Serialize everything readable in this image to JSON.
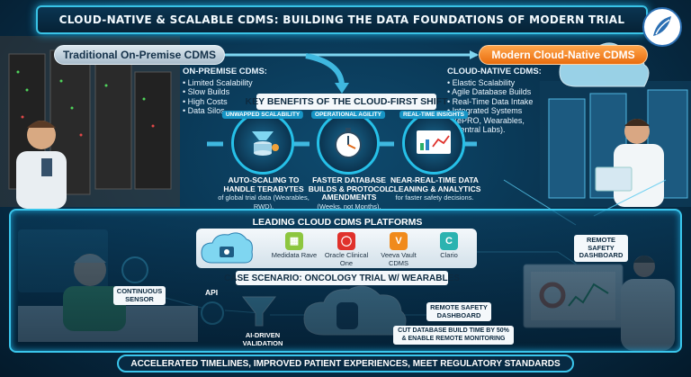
{
  "title": "CLOUD-NATIVE & SCALABLE CDMS: BUILDING THE DATA FOUNDATIONS OF MODERN TRIAL",
  "pills": {
    "traditional": "Traditional On-Premise CDMS",
    "modern": "Modern Cloud-Native CDMS"
  },
  "on_premise": {
    "heading": "ON-PREMISE CDMS:",
    "items": [
      "Limited Scalability",
      "Slow Builds",
      "High Costs",
      "Data Silos"
    ]
  },
  "cloud_native": {
    "heading": "CLOUD-NATIVE CDMS:",
    "items": [
      "Elastic Scalability",
      "Agile Database Builds",
      "Real-Time Data Intake",
      "Integrated Systems",
      "(ePRO, Wearables,",
      "Central Labs)."
    ]
  },
  "key_benefits": {
    "heading": "KEY BENEFITS OF THE CLOUD-FIRST SHIFT",
    "items": [
      {
        "ribbon": "UNWAPPED SCALABILITY",
        "title": "AUTO-SCALING TO HANDLE TERABYTES",
        "sub": "of global trial data (Wearables, RWD)."
      },
      {
        "ribbon": "OPERATIONAL AGILITY",
        "title": "FASTER DATABASE BUILDS & PROTOCOL AMENDMENTS",
        "sub": "(Weeks, not Months)."
      },
      {
        "ribbon": "REAL-TIME INSIGHTS",
        "title": "NEAR-REAL-TIME DATA CLEANING & ANALYTICS",
        "sub": "for faster safety decisions."
      }
    ]
  },
  "platforms": {
    "heading": "LEADING CLOUD CDMS PLATFORMS",
    "items": [
      {
        "name": "Medidata Rave",
        "color": "#8dc63f",
        "glyph": "▦"
      },
      {
        "name": "Oracle Clinical One",
        "color": "#e0312b",
        "glyph": "◯"
      },
      {
        "name": "Veeva Vault CDMS",
        "color": "#f08a1c",
        "glyph": "V"
      },
      {
        "name": "Clario",
        "color": "#2bb3b0",
        "glyph": "C"
      }
    ]
  },
  "case": {
    "heading": "CASE SCENARIO: ONCOLOGY TRIAL W/ WEARABLES",
    "sensor": "CONTINUOUS SENSOR",
    "api": "API",
    "ai": "AI-DRIVEN VALIDATION",
    "dashboard_center": "REMOTE SAFETY DASHBOARD",
    "dashboard_right": "REMOTE SAFETY DASHBOARD",
    "result": "CUT DATABASE BUILD TIME BY 50% & ENABLE REMOTE MONITORING"
  },
  "footer": "ACCELERATED TIMELINES, IMPROVED PATIENT EXPERIENCES, MEET REGULATORY STANDARDS"
}
